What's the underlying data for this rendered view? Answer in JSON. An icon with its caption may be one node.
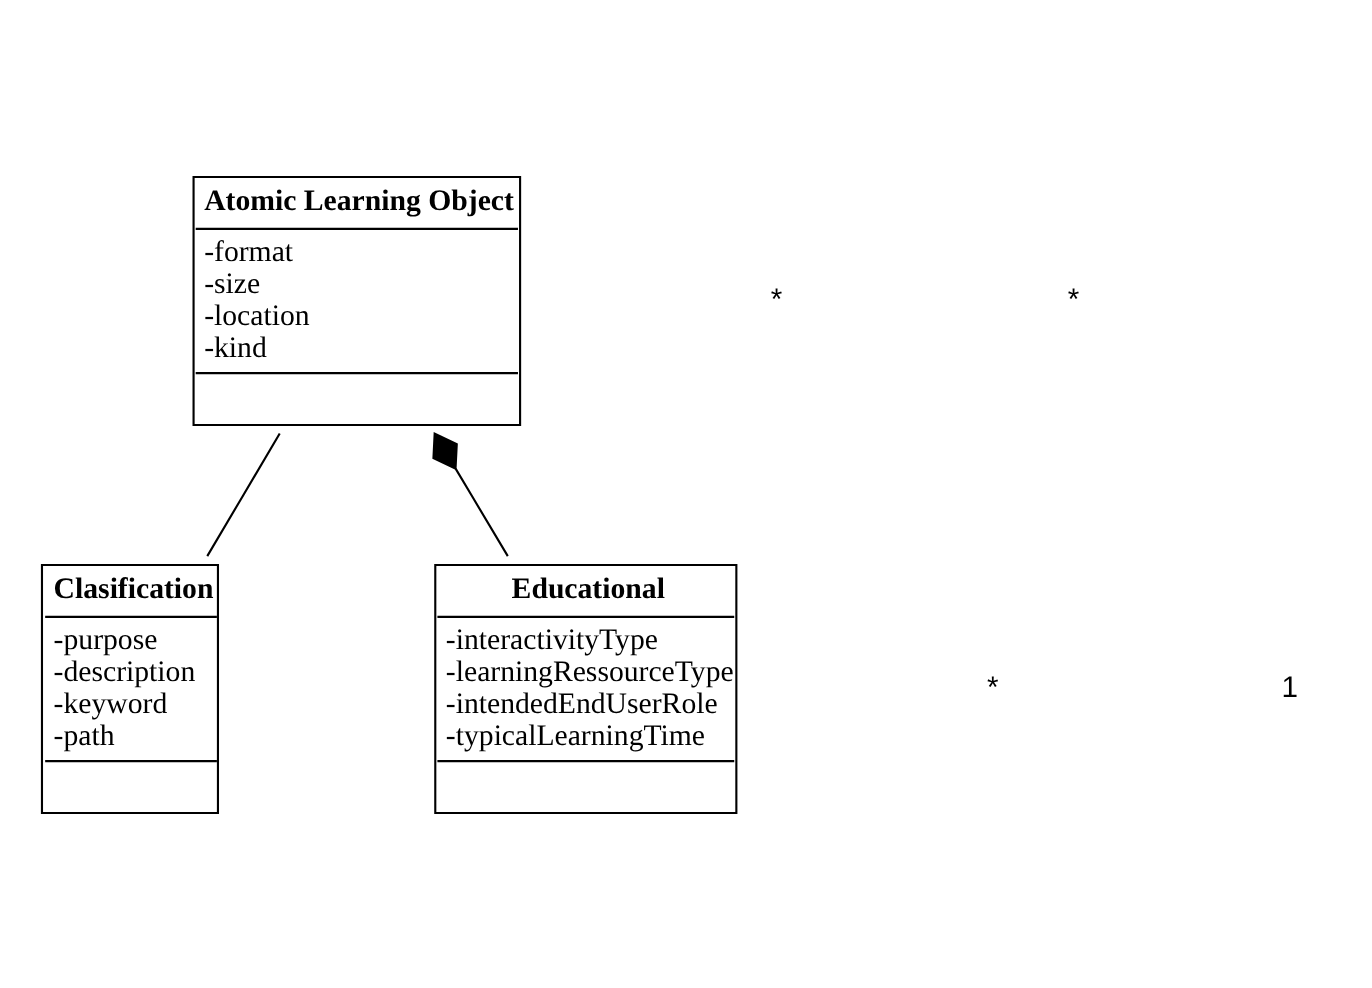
{
  "diagram": {
    "nodes": [
      {
        "text": [
          "Atomic Learning Object",
          "-format",
          "-size",
          "-location",
          "-kind"
        ]
      },
      {
        "text": [
          "Educational",
          "-interactivityType",
          "-learningRessourceType",
          "-intendedEndUserRole",
          "-typicalLearningTime"
        ]
      },
      {
        "text": [
          "Clasification",
          "-purpose",
          "-description",
          "-keyword",
          "-path"
        ]
      }
    ],
    "edges": [
      {
        "from": 1,
        "to": 0,
        "arrow": "other"
      },
      {
        "from": 0,
        "to": 2,
        "arrow": "none"
      }
    ],
    "labels": [
      "*",
      "1",
      "*",
      "*"
    ]
  }
}
